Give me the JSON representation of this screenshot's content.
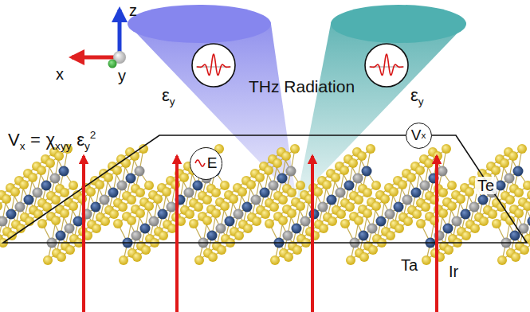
{
  "diagram": {
    "nodes": [
      {
        "text": [
          "V",
          "x"
        ]
      },
      {
        "text": [
          "E"
        ]
      }
    ],
    "labels": [
      "z",
      "x",
      "y",
      "V",
      "x",
      "=",
      "χ",
      "xyy",
      "ε",
      "y",
      "2",
      "ε",
      "y",
      "THz Radiation",
      "ε",
      "y",
      "Te",
      "Ta",
      "Ir"
    ]
  }
}
